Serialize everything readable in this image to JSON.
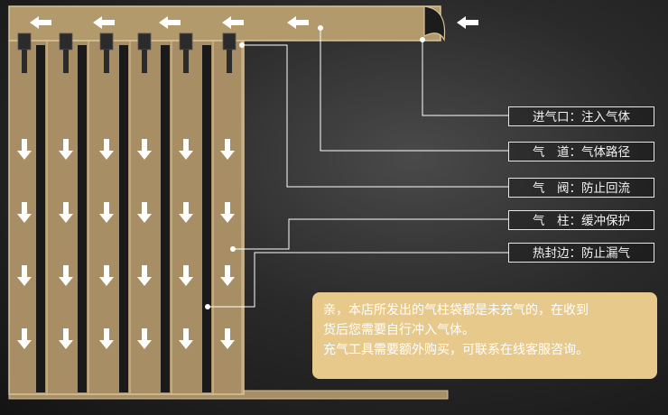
{
  "colors": {
    "bag_fill": "#a88e64",
    "bag_stroke": "#d8c49a",
    "column_separator": "#1a1a1a",
    "arrow": "#ffffff",
    "valve": "#2b2b2b",
    "note_bg": "#e8c98c"
  },
  "icons": {
    "flow_arrow_left": "left-arrow-icon",
    "flow_arrow_down": "down-arrow-icon",
    "valve": "valve-icon"
  },
  "labels": [
    {
      "key": "inlet",
      "text": "进气口：注入气体"
    },
    {
      "key": "channel",
      "text": "气　道：气体路径"
    },
    {
      "key": "valve",
      "text": "气　阀：防止回流"
    },
    {
      "key": "column",
      "text": "气　柱：缓冲保护"
    },
    {
      "key": "heat_seal",
      "text": "热封边：防止漏气"
    }
  ],
  "note": {
    "line1": "亲，本店所发出的气柱袋都是未充气的，在收到",
    "line2": "货后您需要自行冲入气体。",
    "line3": "充气工具需要额外购买，可联系在线客服咨询。"
  }
}
